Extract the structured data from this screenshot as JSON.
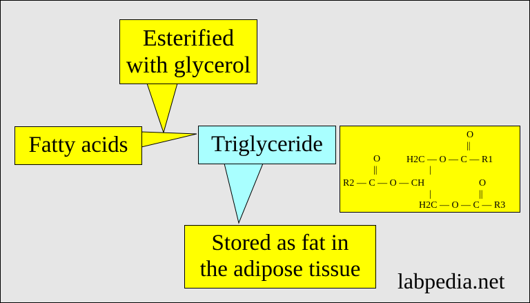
{
  "colors": {
    "background": "#e6e6e6",
    "callout_yellow": "#ffff00",
    "callout_cyan": "#a9ffff"
  },
  "callouts": {
    "esterified_line1": "Esterified",
    "esterified_line2": "with glycerol",
    "fatty_acids": "Fatty acids",
    "triglyceride": "Triglyceride",
    "stored_line1": "Stored as fat in",
    "stored_line2": "the adipose tissue"
  },
  "structure": {
    "o_top": "O",
    "row1": "H2C — O — C — R1",
    "o_left": "O",
    "o_right": "O",
    "row2": "R2 — C — O — CH",
    "row3": "H2C — O — C — R3",
    "bond_double": "||",
    "bond_single": "|"
  },
  "watermark": "labpedia.net"
}
